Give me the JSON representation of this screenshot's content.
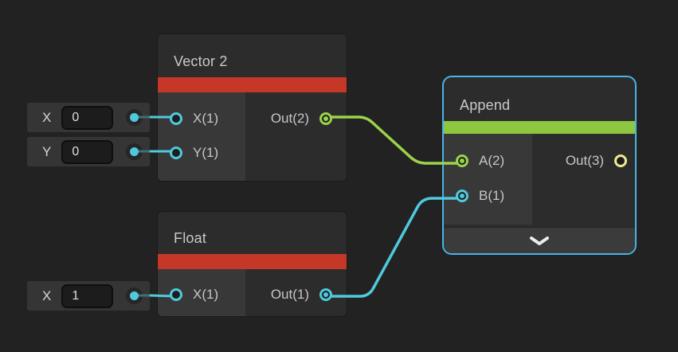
{
  "canvas": {
    "name": "Shader Graph canvas"
  },
  "colors": {
    "canvas_bg": "#222222",
    "node_bg": "#2C2C2C",
    "node_input_column_bg": "#383838",
    "accent_red": "#C53828",
    "accent_green": "#8DC63F",
    "selection_outline_blue": "#48B4E6",
    "port_cyan": "#4FC9DC",
    "port_green": "#9AD34A",
    "port_yellow": "#EFE98E",
    "wire_green": "#9AD34A",
    "wire_cyan": "#4FC9DC"
  },
  "inline_inputs": {
    "vector2_x": {
      "label": "X",
      "value": "0"
    },
    "vector2_y": {
      "label": "Y",
      "value": "0"
    },
    "float_x": {
      "label": "X",
      "value": "1"
    }
  },
  "nodes": {
    "vector2": {
      "title": "Vector 2",
      "inputs": [
        {
          "label": "X(1)"
        },
        {
          "label": "Y(1)"
        }
      ],
      "outputs": [
        {
          "label": "Out(2)"
        }
      ]
    },
    "float": {
      "title": "Float",
      "inputs": [
        {
          "label": "X(1)"
        }
      ],
      "outputs": [
        {
          "label": "Out(1)"
        }
      ]
    },
    "append": {
      "title": "Append",
      "selected": "true",
      "inputs": [
        {
          "label": "A(2)"
        },
        {
          "label": "B(1)"
        }
      ],
      "outputs": [
        {
          "label": "Out(3)"
        }
      ],
      "footer_icon": "chevron-down"
    }
  }
}
